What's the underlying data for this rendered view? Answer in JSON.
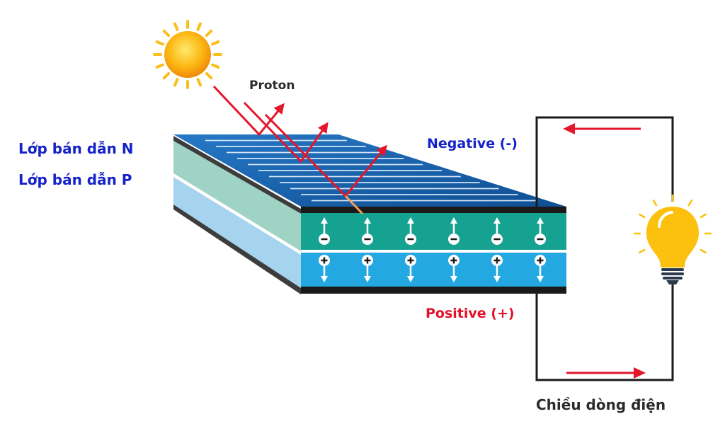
{
  "labels": {
    "proton": "Proton",
    "layer_n": "Lớp bán dẫn N",
    "layer_p": "Lớp bán dẫn P",
    "negative": "Negative (-)",
    "positive": "Positive (+)",
    "current_direction": "Chiều dòng điện"
  },
  "charges": {
    "n_layer_symbol": "-",
    "p_layer_symbol": "+",
    "count_per_row": 6
  },
  "colors": {
    "panel_top": "#1d6fb7",
    "panel_top_dark": "#0f4e8f",
    "n_layer": "#16a291",
    "p_layer": "#24a8e2",
    "n_layer_side": "#9fd3c4",
    "p_layer_side": "#a6d3ee",
    "ray": "#e3162b",
    "circuit_wire": "#1a1a1a",
    "sun": "#fbbf1c",
    "bulb": "#fcc10f",
    "label_blue": "#1522c9",
    "label_red": "#e3112a"
  },
  "icons": {
    "sun": "sun-icon",
    "bulb": "light-bulb-icon"
  }
}
